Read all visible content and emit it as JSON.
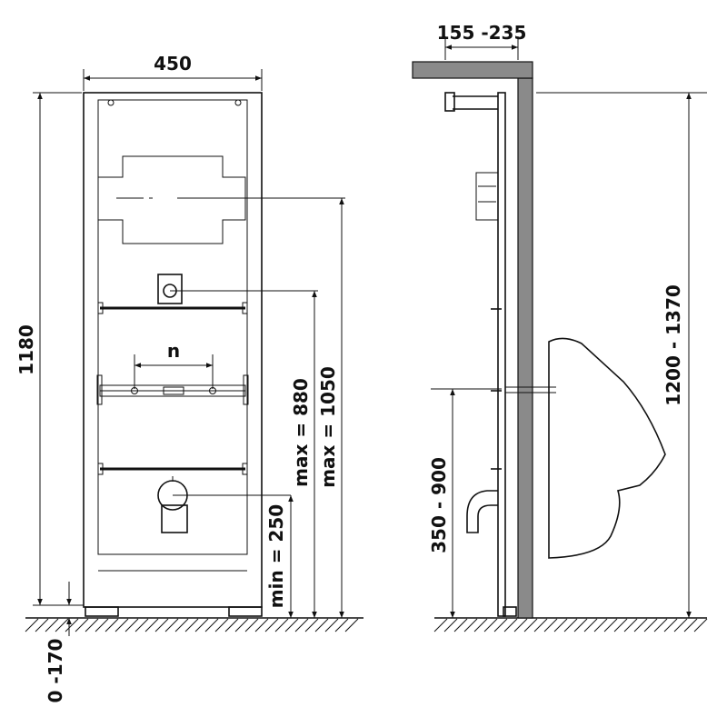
{
  "front_view": {
    "width_label": "450",
    "height_label": "1180",
    "floor_offset_label": "0 -170",
    "n_label": "n",
    "min_label": "min = 250",
    "max880_label": "max = 880",
    "max1050_label": "max = 1050"
  },
  "side_view": {
    "depth_label": "155 -235",
    "total_height_label": "1200 - 1370",
    "mount_height_label": "350 - 900"
  },
  "colors": {
    "line": "#111111",
    "wall": "#8a8a8a",
    "background": "#ffffff"
  }
}
